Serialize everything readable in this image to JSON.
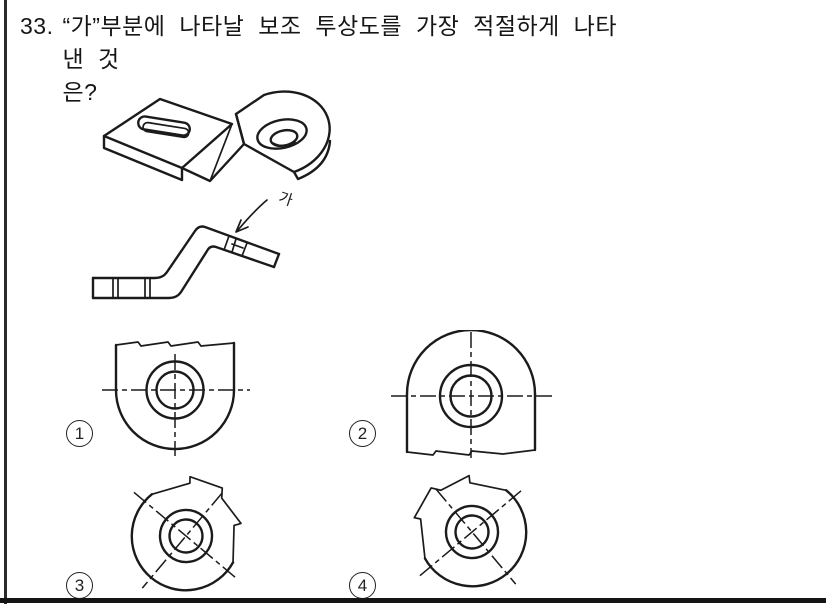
{
  "page": {
    "background": "#ffffff",
    "ink_color": "#1b1b1b",
    "border_color": "#2a2a2a"
  },
  "question": {
    "number": "33.",
    "line1": "“가”부분에 나타날 보조 투상도를 가장 적절하게 나타낸 것",
    "line2": "은?"
  },
  "figures": {
    "arrow_label": "가"
  },
  "options": [
    {
      "number": "1"
    },
    {
      "number": "2"
    },
    {
      "number": "3"
    },
    {
      "number": "4"
    }
  ]
}
